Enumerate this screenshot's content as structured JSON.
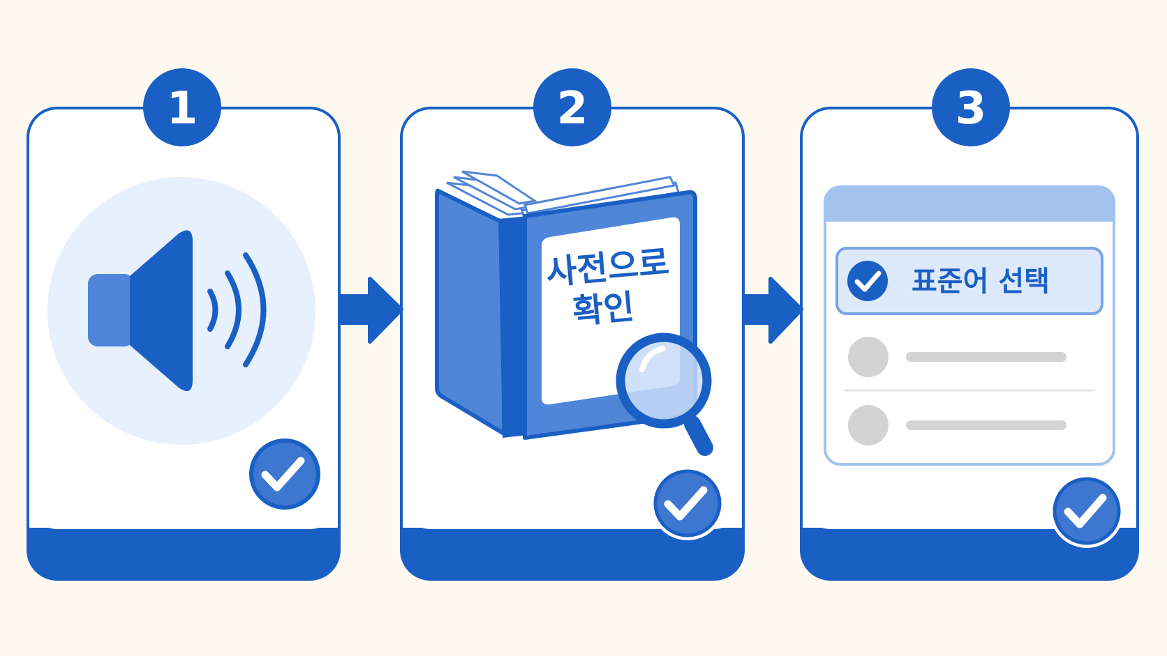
{
  "colors": {
    "background": "#fdf9f0",
    "primary": "#1a5fc4",
    "primary_mid": "#4f86d8",
    "primary_light": "#e7f0fd",
    "header_light": "#a3c3ef",
    "option_fill": "#dde9fb",
    "gray": "#d3d3d3",
    "white": "#ffffff"
  },
  "steps": [
    {
      "number": "1",
      "icon": "speaker-sound-icon"
    },
    {
      "number": "2",
      "icon": "dictionary-book-icon",
      "book_text_line1": "사전으로",
      "book_text_line2": "확인"
    },
    {
      "number": "3",
      "icon": "option-list-icon",
      "selected_option": "표준어 선택"
    }
  ]
}
